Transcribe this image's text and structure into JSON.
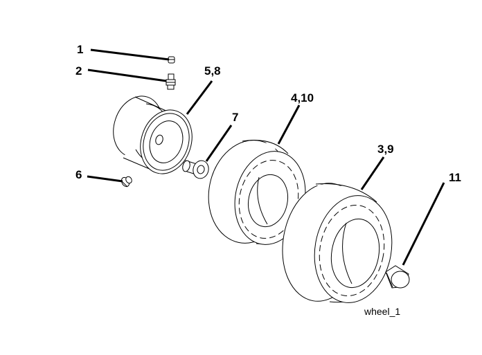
{
  "labels": {
    "l1": "1",
    "l2": "2",
    "l58": "5,8",
    "l7": "7",
    "l410": "4,10",
    "l6": "6",
    "l39": "3,9",
    "l11": "11"
  },
  "caption": "wheel_1",
  "colors": {
    "line": "#000000",
    "background": "#ffffff"
  }
}
